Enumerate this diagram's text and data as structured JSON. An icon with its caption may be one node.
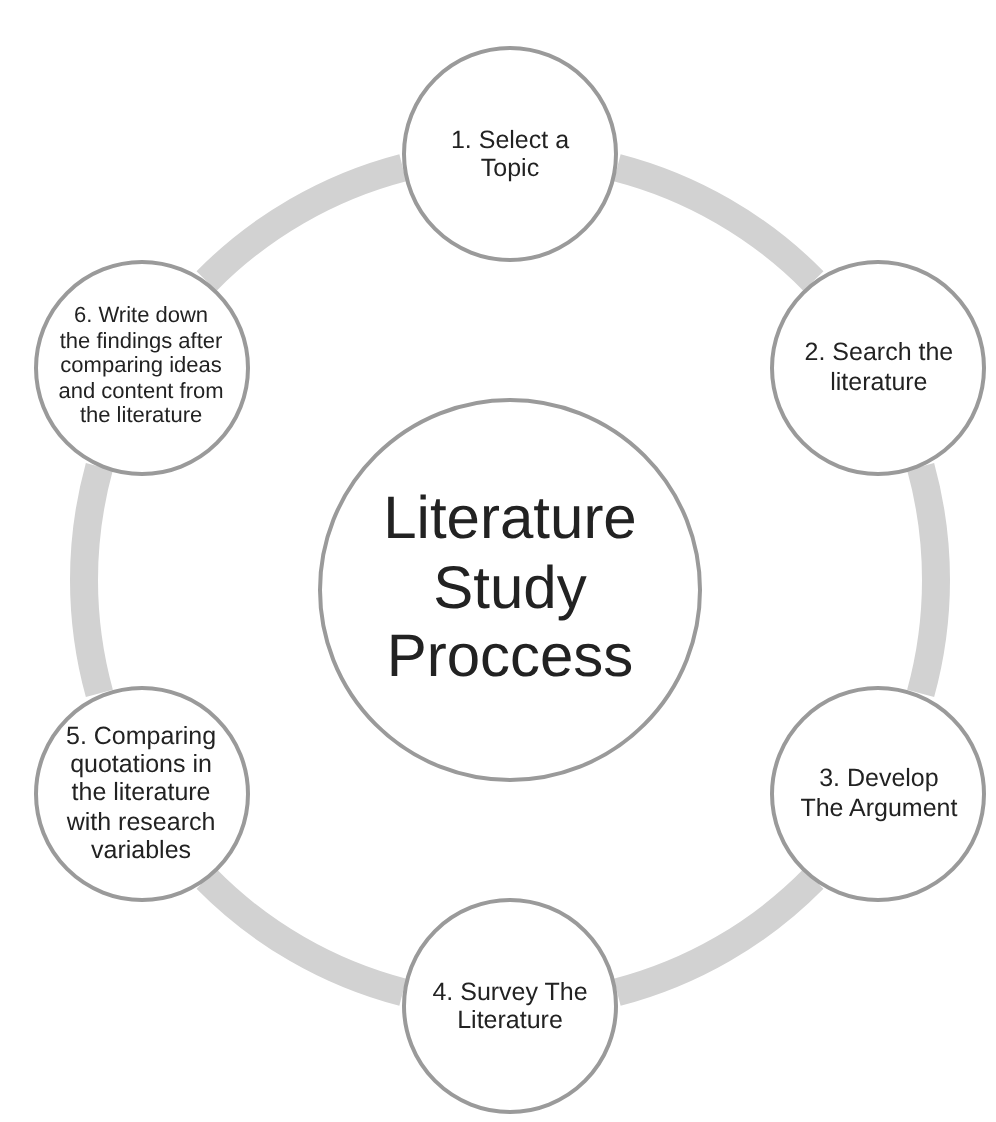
{
  "diagram": {
    "nodes": [
      {
        "text": [
          "1. Select a Topic"
        ]
      },
      {
        "text": [
          "2. Search the literature"
        ]
      },
      {
        "text": [
          "3. Develop The Argument"
        ]
      },
      {
        "text": [
          "4. Survey The Literature"
        ]
      },
      {
        "text": [
          "5. Comparing quotations in the literature with research variables"
        ]
      },
      {
        "text": [
          "6. Write down the findings after comparing ideas and content from the literature"
        ]
      },
      {
        "text": [
          "Literature Study Proccess"
        ]
      }
    ],
    "edges": [
      {
        "from": 0,
        "to": 1,
        "arrow": "none"
      },
      {
        "from": 1,
        "to": 2,
        "arrow": "none"
      },
      {
        "from": 2,
        "to": 3,
        "arrow": "none"
      },
      {
        "from": 3,
        "to": 4,
        "arrow": "none"
      },
      {
        "from": 4,
        "to": 5,
        "arrow": "none"
      },
      {
        "from": 5,
        "to": 0,
        "arrow": "none"
      }
    ]
  }
}
